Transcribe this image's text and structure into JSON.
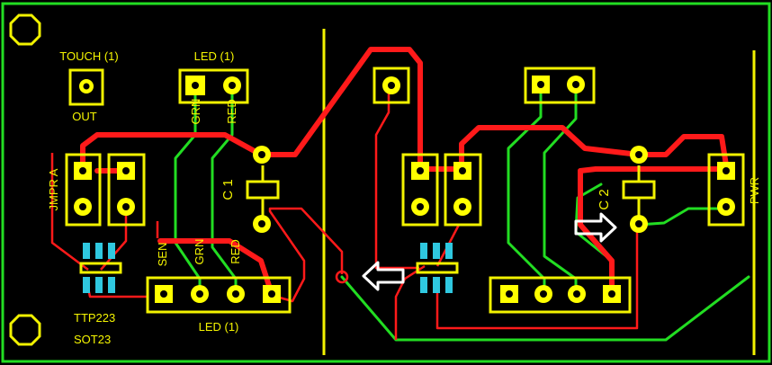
{
  "colors": {
    "background": "#000000",
    "silkscreen": "#f2f200",
    "board_outline": "#22dd22",
    "trace_top": "#ff1a1a",
    "trace_bottom": "#22dd22",
    "pad_copper": "#ffff00",
    "smd_pad": "#2fc8e0",
    "arrow": "#ffffff"
  },
  "labels": {
    "touch_header": "TOUCH (1)",
    "touch_out": "OUT",
    "led_header_top": "LED (1)",
    "led_grn_top": "GRN",
    "led_red_top": "RED",
    "jmpr_a": "JMPR A",
    "c1": "C 1",
    "c2": "C 2",
    "pwr": "PWR",
    "sen": "SEN",
    "grn_bottom": "GRN",
    "red_bottom": "RED",
    "ttp223": "TTP223",
    "sot23": "SOT23",
    "led_header_bottom": "LED (1)"
  }
}
